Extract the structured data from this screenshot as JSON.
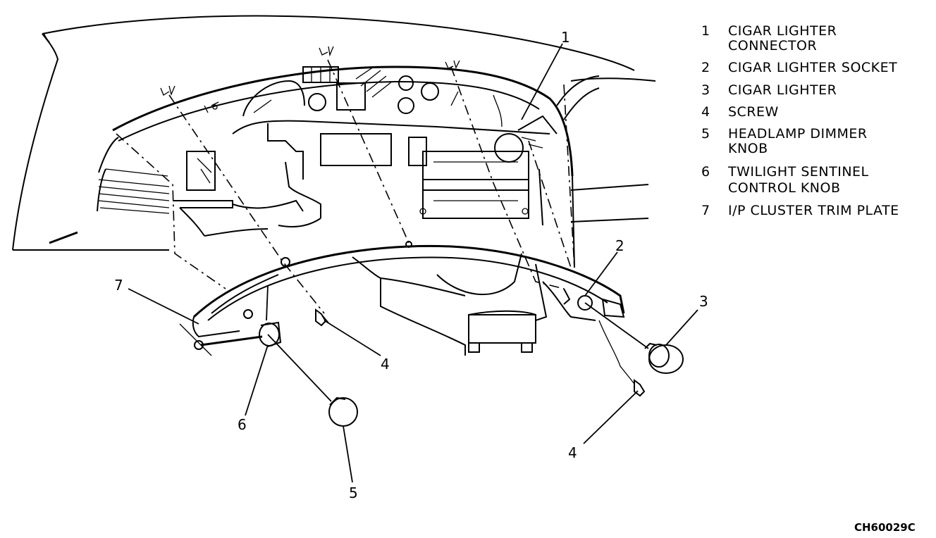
{
  "callouts": [
    "1",
    "2",
    "3",
    "4",
    "4",
    "5",
    "6",
    "7"
  ],
  "legend": [
    {
      "num": "1",
      "lines": [
        "CIGAR LIGHTER",
        "CONNECTOR"
      ]
    },
    {
      "num": "2",
      "lines": [
        "CIGAR LIGHTER SOCKET"
      ]
    },
    {
      "num": "3",
      "lines": [
        "CIGAR LIGHTER"
      ]
    },
    {
      "num": "4",
      "lines": [
        "SCREW"
      ]
    },
    {
      "num": "5",
      "lines": [
        "HEADLAMP DIMMER",
        "KNOB"
      ]
    },
    {
      "num": "6",
      "lines": [
        "TWILIGHT SENTINEL",
        "CONTROL KNOB"
      ]
    },
    {
      "num": "7",
      "lines": [
        "I/P CLUSTER TRIM PLATE"
      ]
    }
  ],
  "figure_code": "CH60029C"
}
